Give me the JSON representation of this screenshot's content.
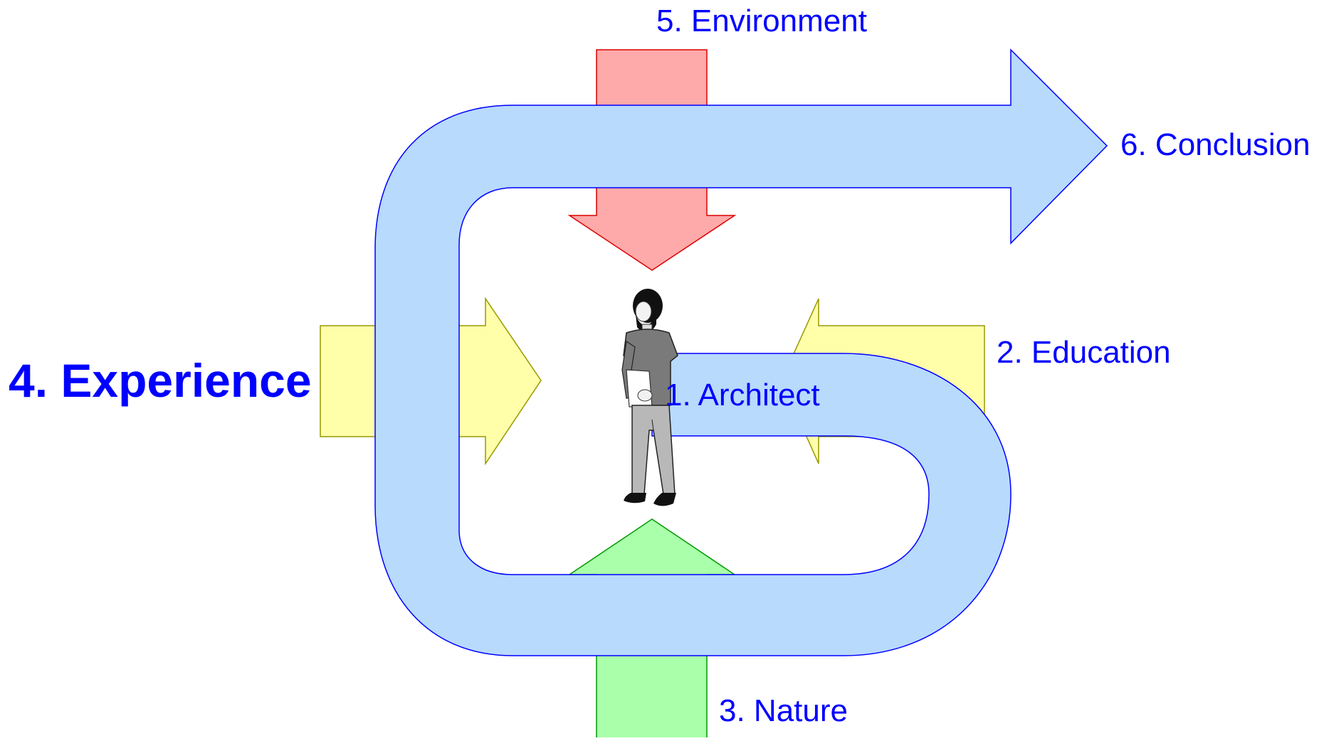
{
  "colors": {
    "text": "#0000ff",
    "loop_fill": "#b8dafd",
    "loop_stroke": "#0000ff",
    "environment_fill": "#ffaaaa",
    "environment_stroke": "#dd0000",
    "nature_fill": "#aaffaa",
    "nature_stroke": "#009900",
    "experience_fill": "#ffffaa",
    "experience_stroke": "#999900",
    "education_fill": "#ffffaa",
    "education_stroke": "#999900"
  },
  "labels": {
    "architect": "1. Architect",
    "education": "2. Education",
    "nature": "3. Nature",
    "experience": "4. Experience",
    "environment": "5. Environment",
    "conclusion": "6. Conclusion"
  },
  "icons": {
    "person": "architect-person-icon"
  }
}
